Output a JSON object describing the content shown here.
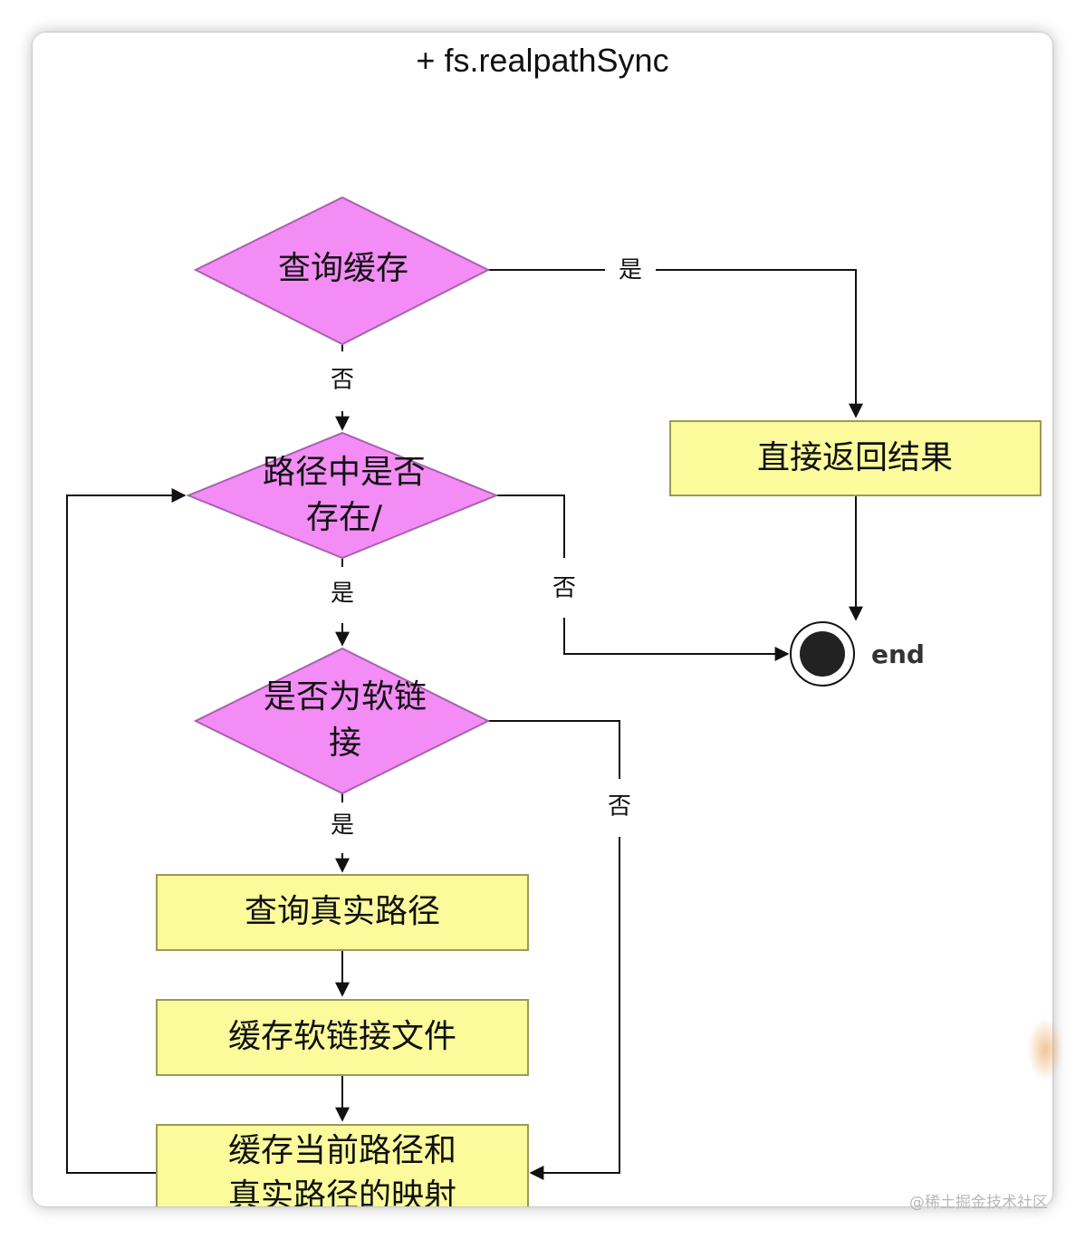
{
  "title": {
    "plus_icon": "+",
    "text": "fs.realpathSync"
  },
  "nodes": {
    "check_cache": "查询缓存",
    "return_result": "直接返回结果",
    "path_exists_line1": "路径中是否",
    "path_exists_line2": "存在/",
    "is_symlink_line1": "是否为软链",
    "is_symlink_line2": "接",
    "query_real_path": "查询真实路径",
    "cache_symlink_file": "缓存软链接文件",
    "cache_mapping_line1": "缓存当前路径和",
    "cache_mapping_line2": "真实路径的映射",
    "end": "end"
  },
  "edge_labels": {
    "cache_yes": "是",
    "cache_no": "否",
    "path_yes": "是",
    "path_no": "否",
    "symlink_yes": "是",
    "symlink_no": "否"
  },
  "colors": {
    "decision_fill": "#f38cf5",
    "decision_stroke": "#a860b0",
    "process_fill": "#fbfb9c",
    "process_stroke": "#9a9a56",
    "line": "#111111"
  },
  "watermark": "@稀土掘金技术社区"
}
